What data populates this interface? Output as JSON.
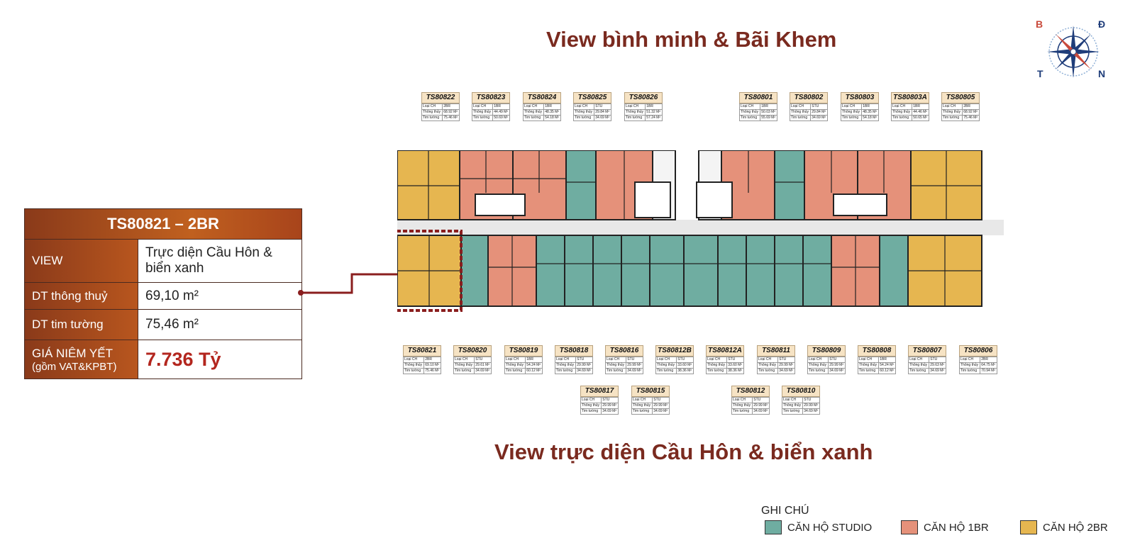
{
  "titles": {
    "top": "View bình minh & Bãi Khem",
    "bottom": "View trực diện Cầu Hôn & biển xanh"
  },
  "compass": {
    "nw": "B",
    "ne": "Đ",
    "sw": "T",
    "se": "N"
  },
  "colors": {
    "studio": "#6fada1",
    "br1": "#e5917a",
    "br2": "#e6b650",
    "accent": "#7a2a1f",
    "price": "#b3261e"
  },
  "info": {
    "header": "TS80821 – 2BR",
    "rows": [
      {
        "label": "VIEW",
        "value": "Trực diện Cầu Hôn & biển xanh"
      },
      {
        "label": "DT thông thuỷ",
        "value": "69,10 m²"
      },
      {
        "label": "DT tim tường",
        "value": "75,46 m²"
      },
      {
        "label": "GIÁ NIÊM YẾT",
        "sublabel": "(gồm VAT&KPBT)",
        "value": "7.736 Tỷ"
      }
    ]
  },
  "row_labels": {
    "type": "Loại CH",
    "net": "Thông thủy",
    "gross": "Tim tường"
  },
  "units_top": [
    {
      "code": "TS80822",
      "type": "2BR",
      "net": "68.92 M²",
      "gross": "75.46 M²"
    },
    {
      "code": "TS80823",
      "type": "1BR",
      "net": "44.49 M²",
      "gross": "50.69 M²"
    },
    {
      "code": "TS80824",
      "type": "1BR",
      "net": "48.35 M²",
      "gross": "54.18 M²"
    },
    {
      "code": "TS80825",
      "type": "STU",
      "net": "29.84 M²",
      "gross": "34.69 M²"
    },
    {
      "code": "TS80826",
      "type": "1BR",
      "net": "51.32 M²",
      "gross": "57.24 M²"
    },
    {
      "code": "TS80801",
      "type": "1BR",
      "net": "50.03 M²",
      "gross": "55.69 M²"
    },
    {
      "code": "TS80802",
      "type": "STU",
      "net": "29.84 M²",
      "gross": "34.69 M²"
    },
    {
      "code": "TS80803",
      "type": "1BR",
      "net": "48.35 M²",
      "gross": "54.18 M²"
    },
    {
      "code": "TS80803A",
      "type": "1BR",
      "net": "44.46 M²",
      "gross": "50.65 M²"
    },
    {
      "code": "TS80805",
      "type": "2BR",
      "net": "68.92 M²",
      "gross": "75.46 M²"
    }
  ],
  "units_bottom": [
    {
      "code": "TS80821",
      "type": "2BR",
      "net": "69.10 M²",
      "gross": "75.46 M²"
    },
    {
      "code": "TS80820",
      "type": "STU",
      "net": "29.61 M²",
      "gross": "34.69 M²"
    },
    {
      "code": "TS80819",
      "type": "1BR",
      "net": "54.24 M²",
      "gross": "60.12 M²"
    },
    {
      "code": "TS80818",
      "type": "STU",
      "net": "29.99 M²",
      "gross": "34.69 M²"
    },
    {
      "code": "TS80816",
      "type": "STU",
      "net": "29.99 M²",
      "gross": "34.69 M²"
    },
    {
      "code": "TS80812B",
      "type": "STU",
      "net": "33.60 M²",
      "gross": "38.36 M²"
    },
    {
      "code": "TS80812A",
      "type": "STU",
      "net": "33.60 M²",
      "gross": "38.36 M²"
    },
    {
      "code": "TS80811",
      "type": "STU",
      "net": "29.99 M²",
      "gross": "34.69 M²"
    },
    {
      "code": "TS80809",
      "type": "STU",
      "net": "29.99 M²",
      "gross": "34.69 M²"
    },
    {
      "code": "TS80808",
      "type": "1BR",
      "net": "54.24 M²",
      "gross": "60.12 M²"
    },
    {
      "code": "TS80807",
      "type": "STU",
      "net": "29.63 M²",
      "gross": "34.69 M²"
    },
    {
      "code": "TS80806",
      "type": "2BR",
      "net": "64.75 M²",
      "gross": "70.94 M²"
    }
  ],
  "units_lower": [
    {
      "code": "TS80817",
      "type": "STU",
      "net": "29.99 M²",
      "gross": "34.69 M²"
    },
    {
      "code": "TS80815",
      "type": "STU",
      "net": "29.99 M²",
      "gross": "34.69 M²"
    },
    {
      "code": "TS80812",
      "type": "STU",
      "net": "29.99 M²",
      "gross": "34.69 M²"
    },
    {
      "code": "TS80810",
      "type": "STU",
      "net": "29.99 M²",
      "gross": "34.69 M²"
    }
  ],
  "legend": {
    "title": "GHI CHÚ",
    "items": [
      {
        "label": "CĂN HỘ STUDIO",
        "color": "#6fada1"
      },
      {
        "label": "CĂN HỘ 1BR",
        "color": "#e5917a"
      },
      {
        "label": "CĂN HỘ 2BR",
        "color": "#e6b650"
      }
    ]
  }
}
